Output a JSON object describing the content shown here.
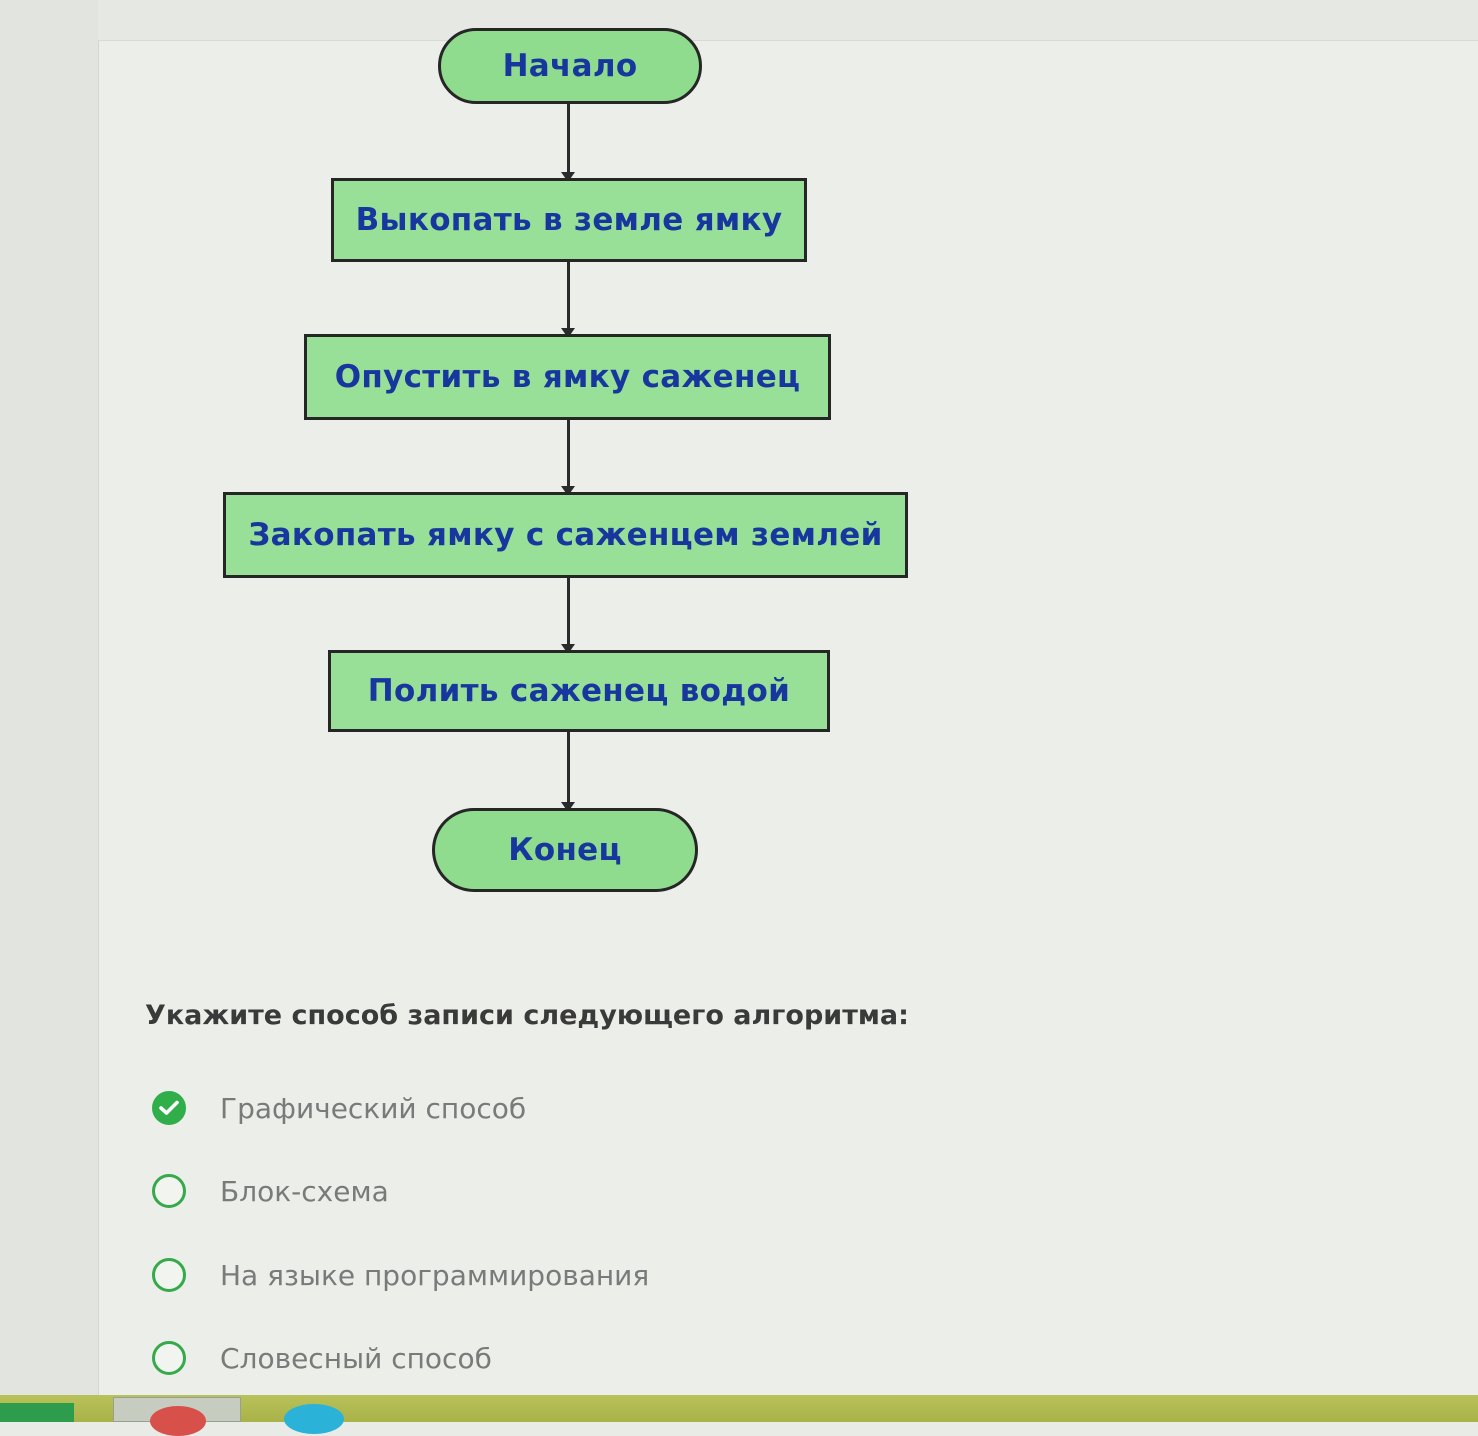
{
  "flowchart": {
    "start": "Начало",
    "steps": [
      "Выкопать в земле ямку",
      "Опустить в ямку саженец",
      "Закопать ямку с саженцем землей",
      "Полить саженец водой"
    ],
    "end": "Конец"
  },
  "question": {
    "text": "Укажите способ записи следующего алгоритма:",
    "options": [
      {
        "label": "Графический способ",
        "selected": true
      },
      {
        "label": "Блок-схема",
        "selected": false
      },
      {
        "label": "На языке программирования",
        "selected": false
      },
      {
        "label": "Словесный способ",
        "selected": false
      }
    ]
  },
  "colors": {
    "node_fill": "#98e098",
    "node_text": "#17379e",
    "accent_green": "#2fae4a"
  },
  "icons": {
    "selected_option": "check-circle-icon",
    "unselected_option": "radio-circle-icon"
  }
}
